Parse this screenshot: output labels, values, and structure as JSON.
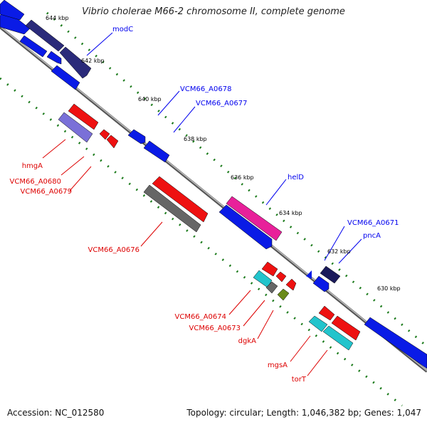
{
  "title": "Vibrio cholerae M66-2 chromosome II, complete genome",
  "footer": {
    "accession": "Accession: NC_012580",
    "summary": "Topology: circular; Length: 1,046,382 bp; Genes: 1,047"
  },
  "ticks": [
    "644 kbp",
    "642 kbp",
    "640 kbp",
    "638 kbp",
    "636 kbp",
    "634 kbp",
    "632 kbp",
    "630 kbp"
  ],
  "forward_genes": [
    "modC",
    "VCM66_A0678",
    "VCM66_A0677",
    "helD",
    "VCM66_A0671",
    "pncA"
  ],
  "reverse_genes": [
    "hmgA",
    "VCM66_A0680",
    "VCM66_A0679",
    "VCM66_A0676",
    "VCM66_A0674",
    "VCM66_A0673",
    "dgkA",
    "mgsA",
    "torT"
  ],
  "colors": {
    "forward_label": "#0000ee",
    "reverse_label": "#dd0000",
    "blue": "#0a1be6",
    "navy": "#2a2a7a",
    "purple": "#4a4aa0",
    "lavender": "#7a70d8",
    "red": "#ee1111",
    "magenta": "#e8209a",
    "gray": "#666666",
    "cyan": "#22c4cc",
    "olive": "#6a8a1a",
    "tick": "#1a7a1a",
    "backbone": "#888888"
  }
}
